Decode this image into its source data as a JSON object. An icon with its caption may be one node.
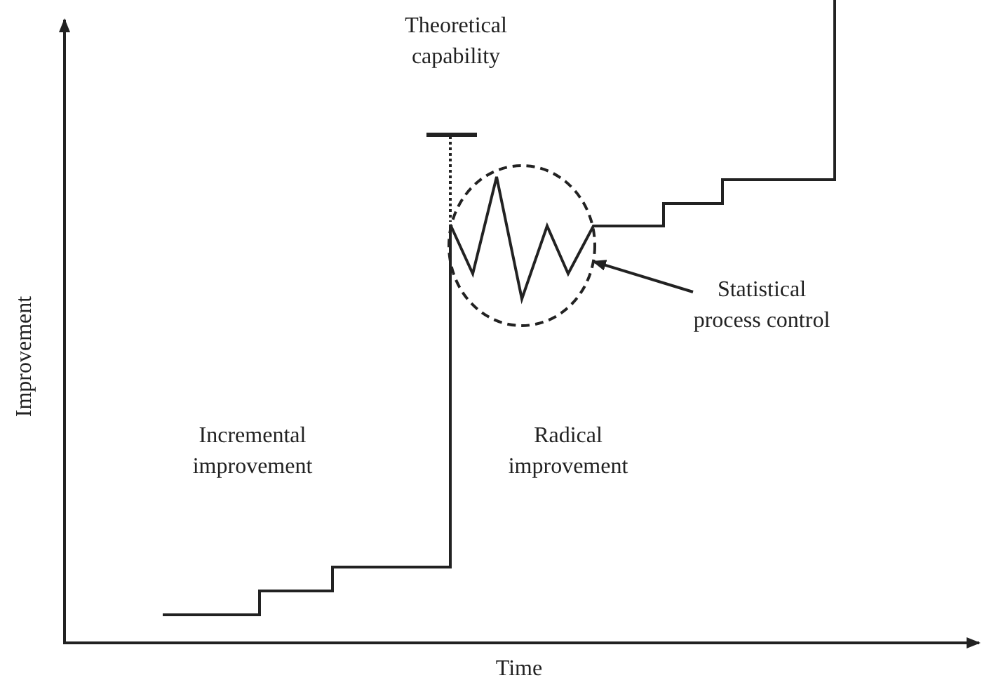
{
  "diagram": {
    "nodes": [
      {
        "text": [
          "Statistical process control"
        ]
      },
      {
        "text": [],
        "shape": "circle"
      }
    ],
    "edges": [
      {
        "from": 0,
        "to": 1,
        "arrow": "to"
      }
    ],
    "labels": [
      "Theoretical capability",
      "Improvement",
      "Incremental improvement",
      "Radical improvement",
      "Time"
    ]
  }
}
